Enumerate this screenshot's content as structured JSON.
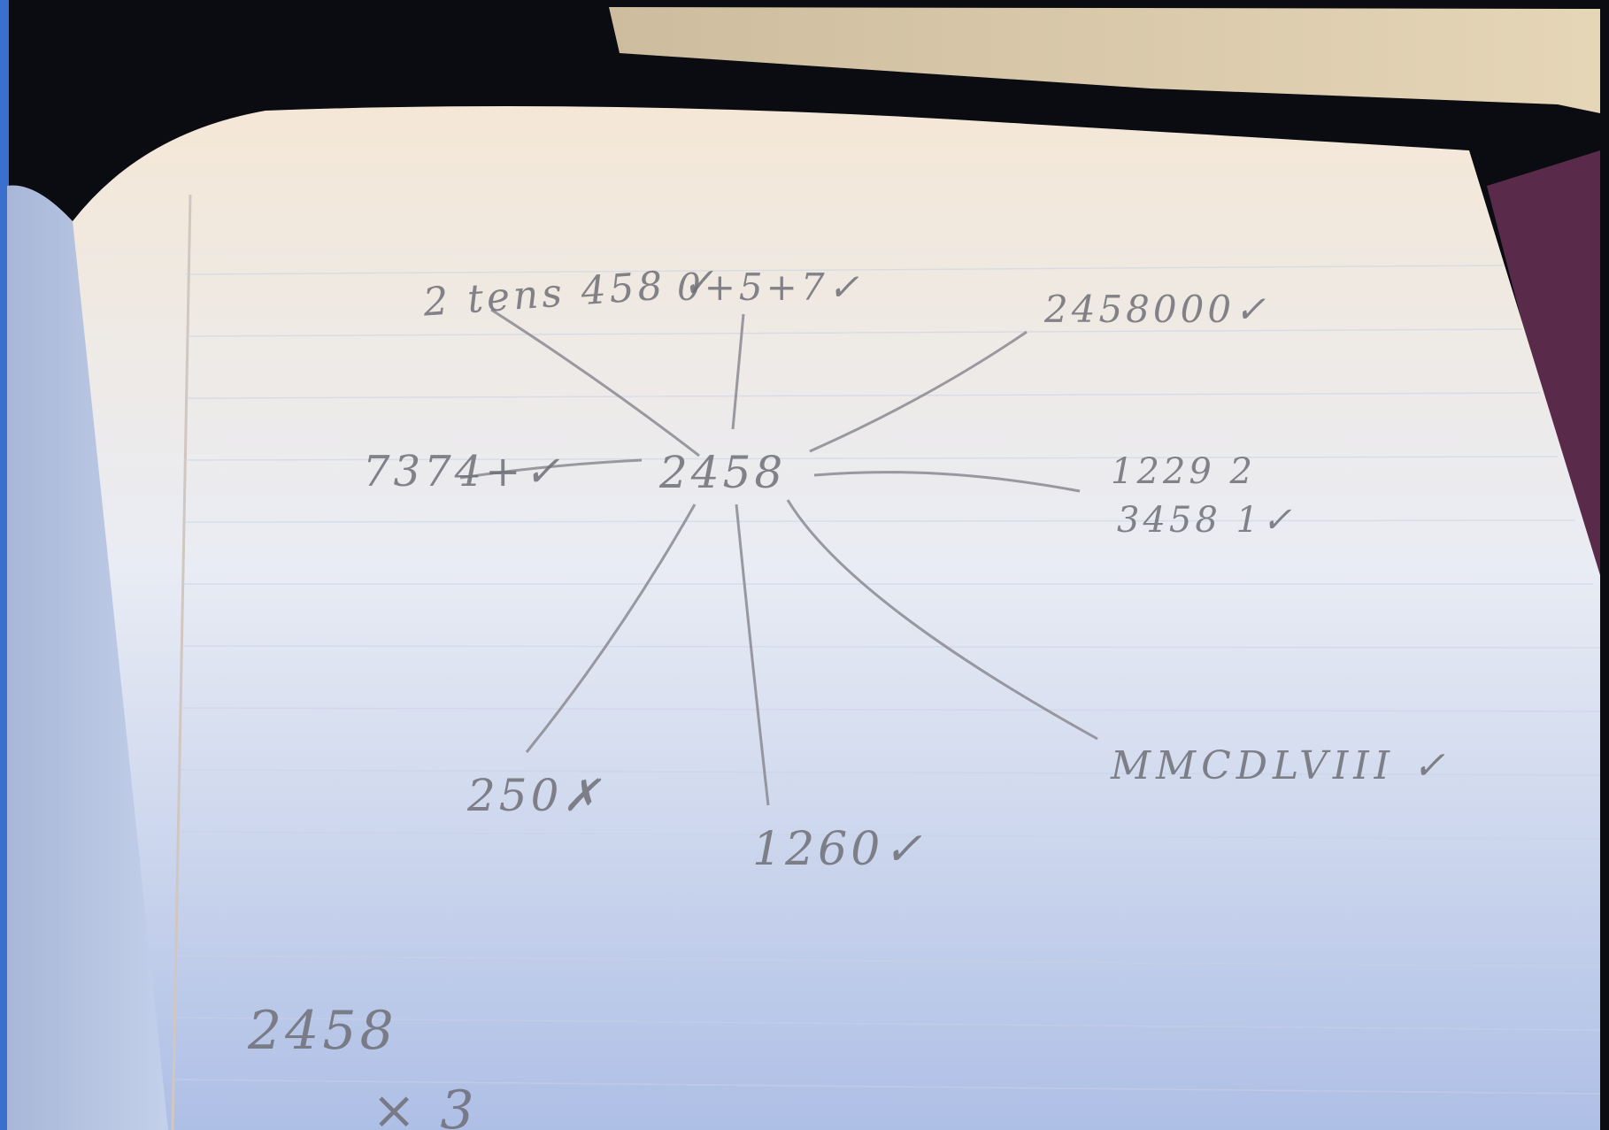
{
  "notebook": {
    "center": "2458",
    "branches": [
      {
        "id": "tl",
        "text": "2 tens 458 ✓"
      },
      {
        "id": "tm",
        "text": "0+5+7✓"
      },
      {
        "id": "tr",
        "text": "2458000✓"
      },
      {
        "id": "l",
        "text": "7374+✓"
      },
      {
        "id": "r1",
        "text": "1229 2"
      },
      {
        "id": "r2",
        "text": "3458 1✓"
      },
      {
        "id": "bl",
        "text": "250✗"
      },
      {
        "id": "bm",
        "text": "1260✓"
      },
      {
        "id": "br",
        "text": "MMCDLVIII ✓"
      }
    ],
    "bottom_work": {
      "line1": "2458",
      "line2": "× 3"
    }
  },
  "colors": {
    "background": "#0b0b12",
    "paper_warm": "#f3e6d2",
    "paper_cool": "#b7c9ea",
    "pencil": "#6f6f77",
    "mat": "#5a2a4a"
  }
}
